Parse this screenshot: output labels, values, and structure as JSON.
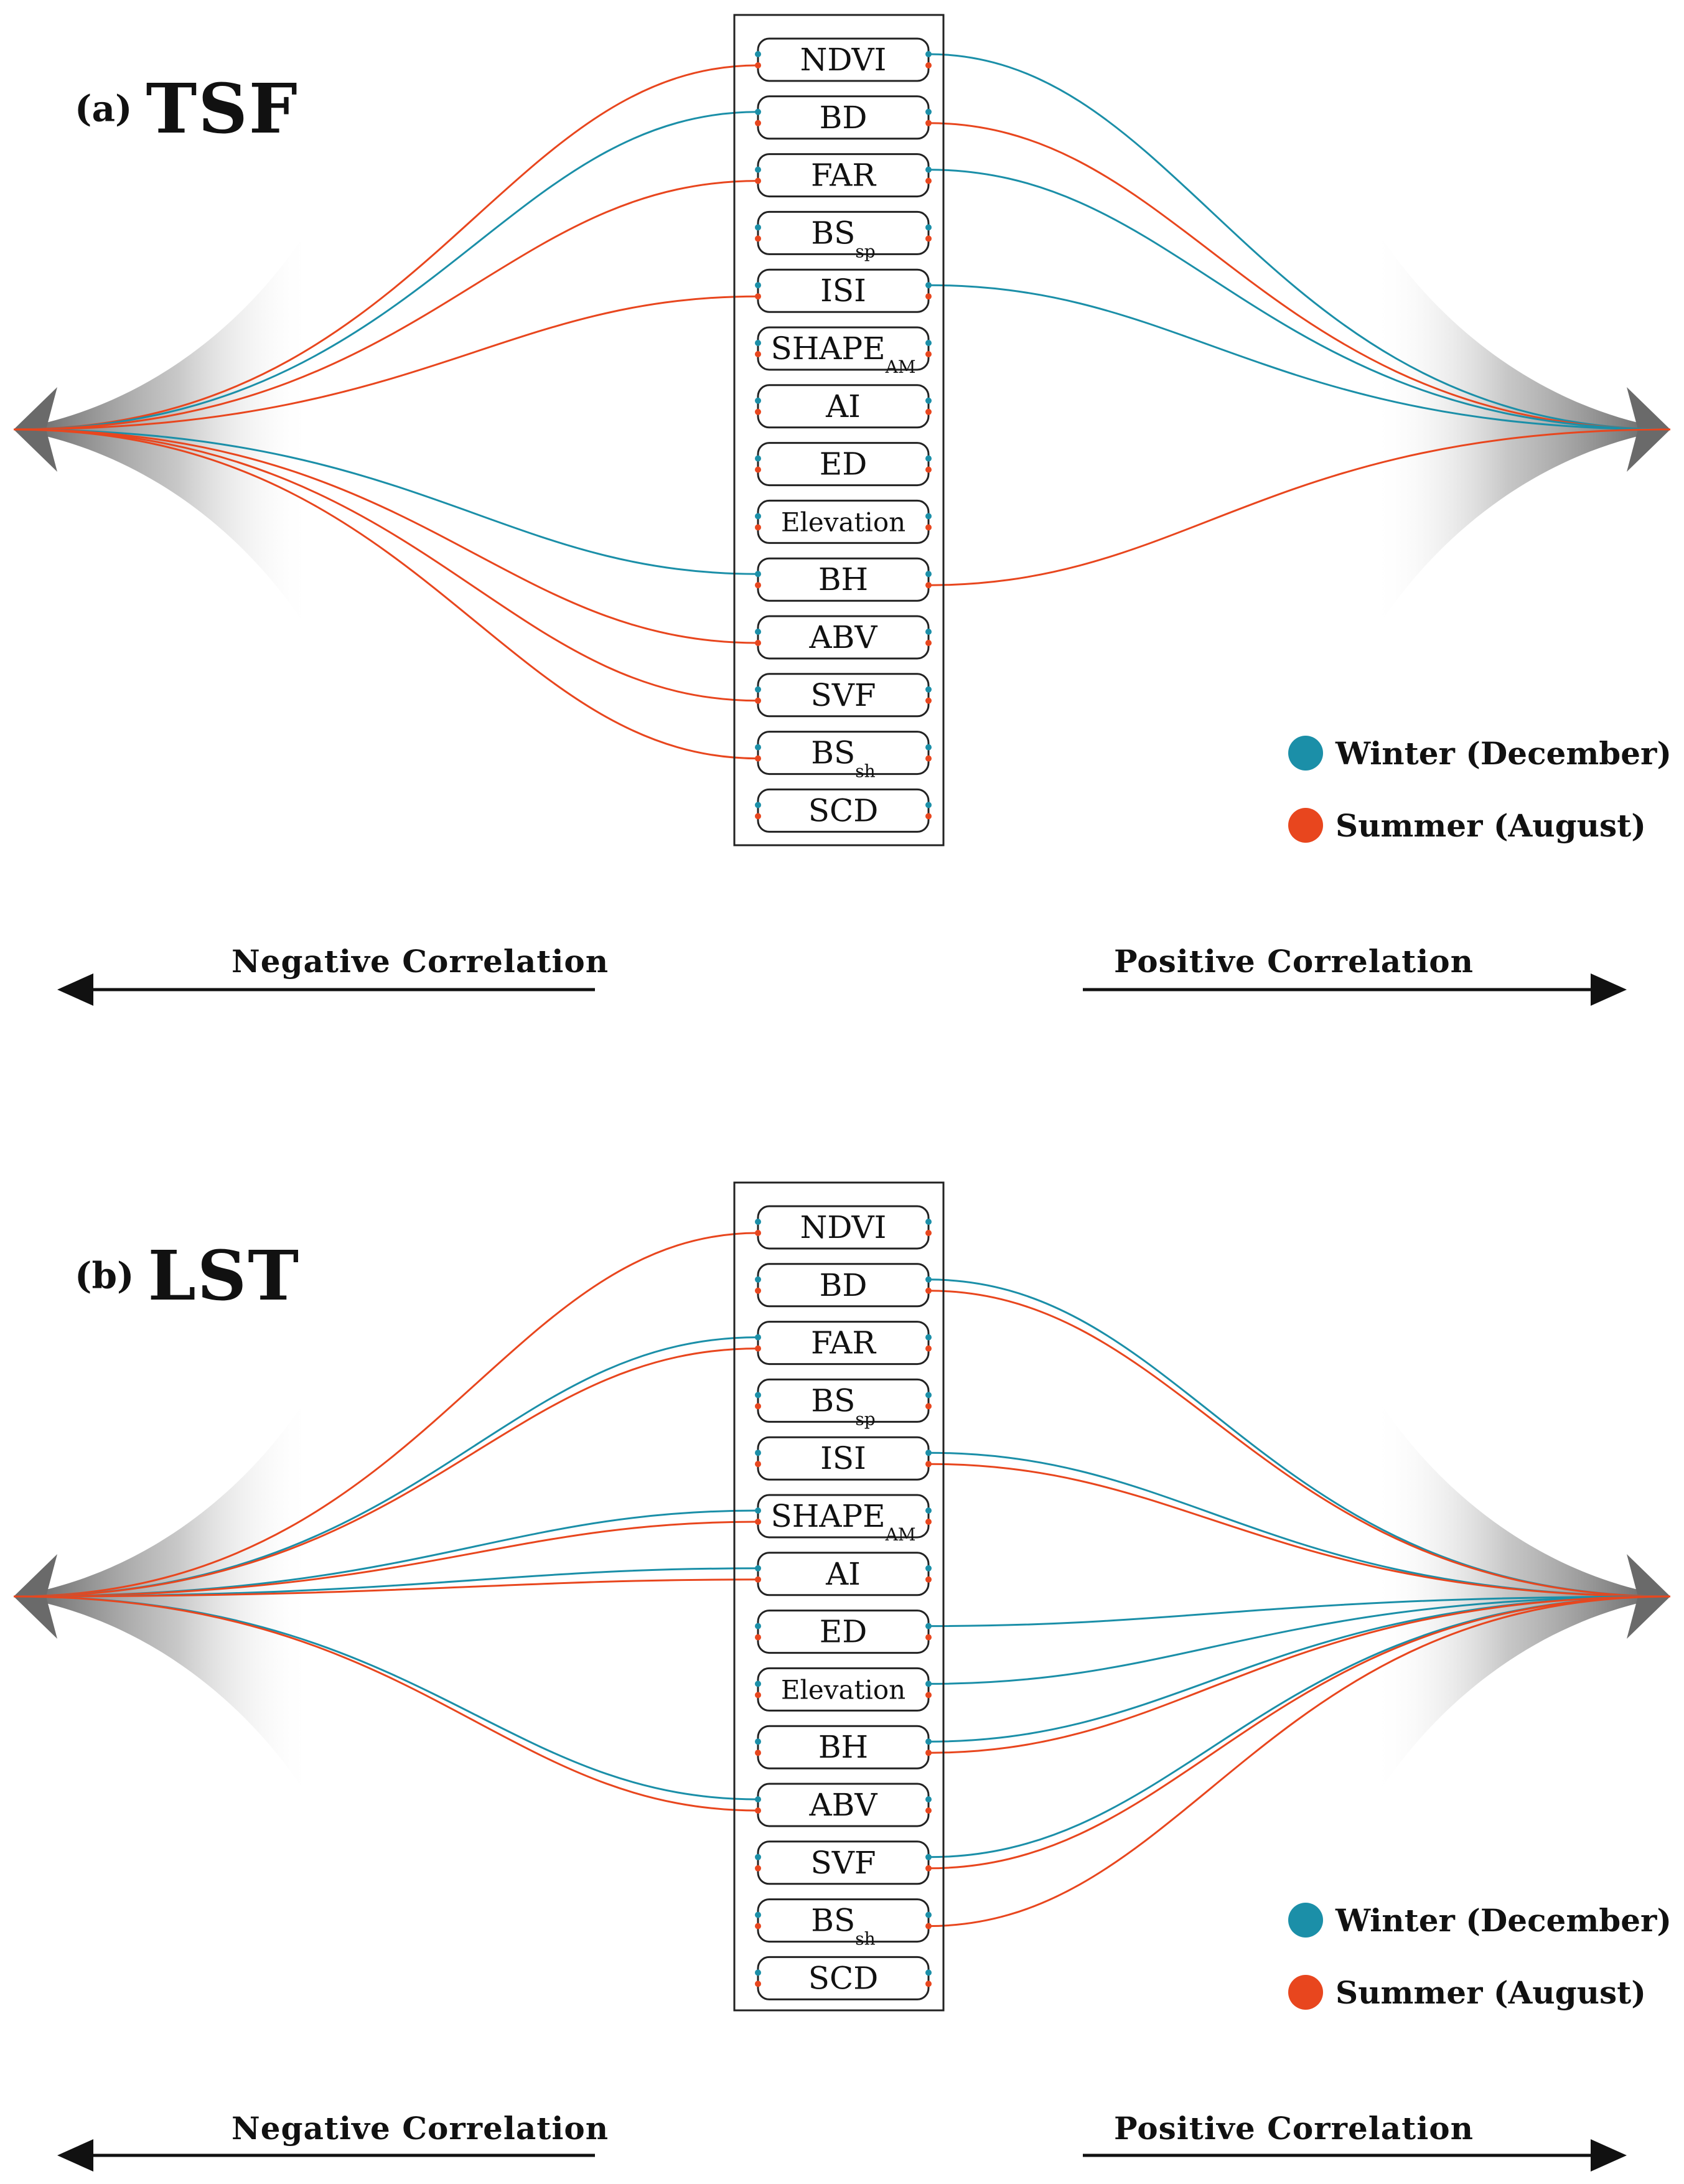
{
  "colors": {
    "winter": "#1b8fa8",
    "summer": "#e8461e"
  },
  "variables": [
    {
      "id": "ndvi",
      "text": "NDVI",
      "sub": ""
    },
    {
      "id": "bd",
      "text": "BD",
      "sub": ""
    },
    {
      "id": "far",
      "text": "FAR",
      "sub": ""
    },
    {
      "id": "bssp",
      "text": "BS",
      "sub": "sp"
    },
    {
      "id": "isi",
      "text": "ISI",
      "sub": ""
    },
    {
      "id": "shapeam",
      "text": "SHAPE",
      "sub": "AM"
    },
    {
      "id": "ai",
      "text": "AI",
      "sub": ""
    },
    {
      "id": "ed",
      "text": "ED",
      "sub": ""
    },
    {
      "id": "elevation",
      "text": "Elevation",
      "sub": ""
    },
    {
      "id": "bh",
      "text": "BH",
      "sub": ""
    },
    {
      "id": "abv",
      "text": "ABV",
      "sub": ""
    },
    {
      "id": "svf",
      "text": "SVF",
      "sub": ""
    },
    {
      "id": "bssh",
      "text": "BS",
      "sub": "sh"
    },
    {
      "id": "scd",
      "text": "SCD",
      "sub": ""
    }
  ],
  "legend": {
    "winter": "Winter (December)",
    "summer": "Summer (August)"
  },
  "axis": {
    "negative": "Negative Correlation",
    "positive": "Positive Correlation"
  },
  "panels": [
    {
      "letter": "(a)",
      "name": "TSF",
      "links": [
        {
          "var": "ndvi",
          "season": "summer",
          "direction": "negative"
        },
        {
          "var": "ndvi",
          "season": "winter",
          "direction": "positive"
        },
        {
          "var": "bd",
          "season": "winter",
          "direction": "negative"
        },
        {
          "var": "bd",
          "season": "summer",
          "direction": "positive"
        },
        {
          "var": "far",
          "season": "summer",
          "direction": "negative"
        },
        {
          "var": "far",
          "season": "winter",
          "direction": "positive"
        },
        {
          "var": "isi",
          "season": "summer",
          "direction": "negative"
        },
        {
          "var": "isi",
          "season": "winter",
          "direction": "positive"
        },
        {
          "var": "bh",
          "season": "winter",
          "direction": "negative"
        },
        {
          "var": "bh",
          "season": "summer",
          "direction": "positive"
        },
        {
          "var": "abv",
          "season": "summer",
          "direction": "negative"
        },
        {
          "var": "svf",
          "season": "summer",
          "direction": "negative"
        },
        {
          "var": "bssh",
          "season": "summer",
          "direction": "negative"
        }
      ]
    },
    {
      "letter": "(b)",
      "name": "LST",
      "links": [
        {
          "var": "ndvi",
          "season": "summer",
          "direction": "negative"
        },
        {
          "var": "bd",
          "season": "winter",
          "direction": "positive"
        },
        {
          "var": "bd",
          "season": "summer",
          "direction": "positive"
        },
        {
          "var": "far",
          "season": "winter",
          "direction": "negative"
        },
        {
          "var": "far",
          "season": "summer",
          "direction": "negative"
        },
        {
          "var": "isi",
          "season": "winter",
          "direction": "positive"
        },
        {
          "var": "isi",
          "season": "summer",
          "direction": "positive"
        },
        {
          "var": "shapeam",
          "season": "winter",
          "direction": "negative"
        },
        {
          "var": "shapeam",
          "season": "summer",
          "direction": "negative"
        },
        {
          "var": "ai",
          "season": "winter",
          "direction": "negative"
        },
        {
          "var": "ai",
          "season": "summer",
          "direction": "negative"
        },
        {
          "var": "ed",
          "season": "winter",
          "direction": "positive"
        },
        {
          "var": "elevation",
          "season": "winter",
          "direction": "positive"
        },
        {
          "var": "bh",
          "season": "winter",
          "direction": "positive"
        },
        {
          "var": "bh",
          "season": "summer",
          "direction": "positive"
        },
        {
          "var": "abv",
          "season": "winter",
          "direction": "negative"
        },
        {
          "var": "abv",
          "season": "summer",
          "direction": "negative"
        },
        {
          "var": "svf",
          "season": "winter",
          "direction": "positive"
        },
        {
          "var": "svf",
          "season": "summer",
          "direction": "positive"
        },
        {
          "var": "bssh",
          "season": "summer",
          "direction": "positive"
        }
      ]
    }
  ]
}
